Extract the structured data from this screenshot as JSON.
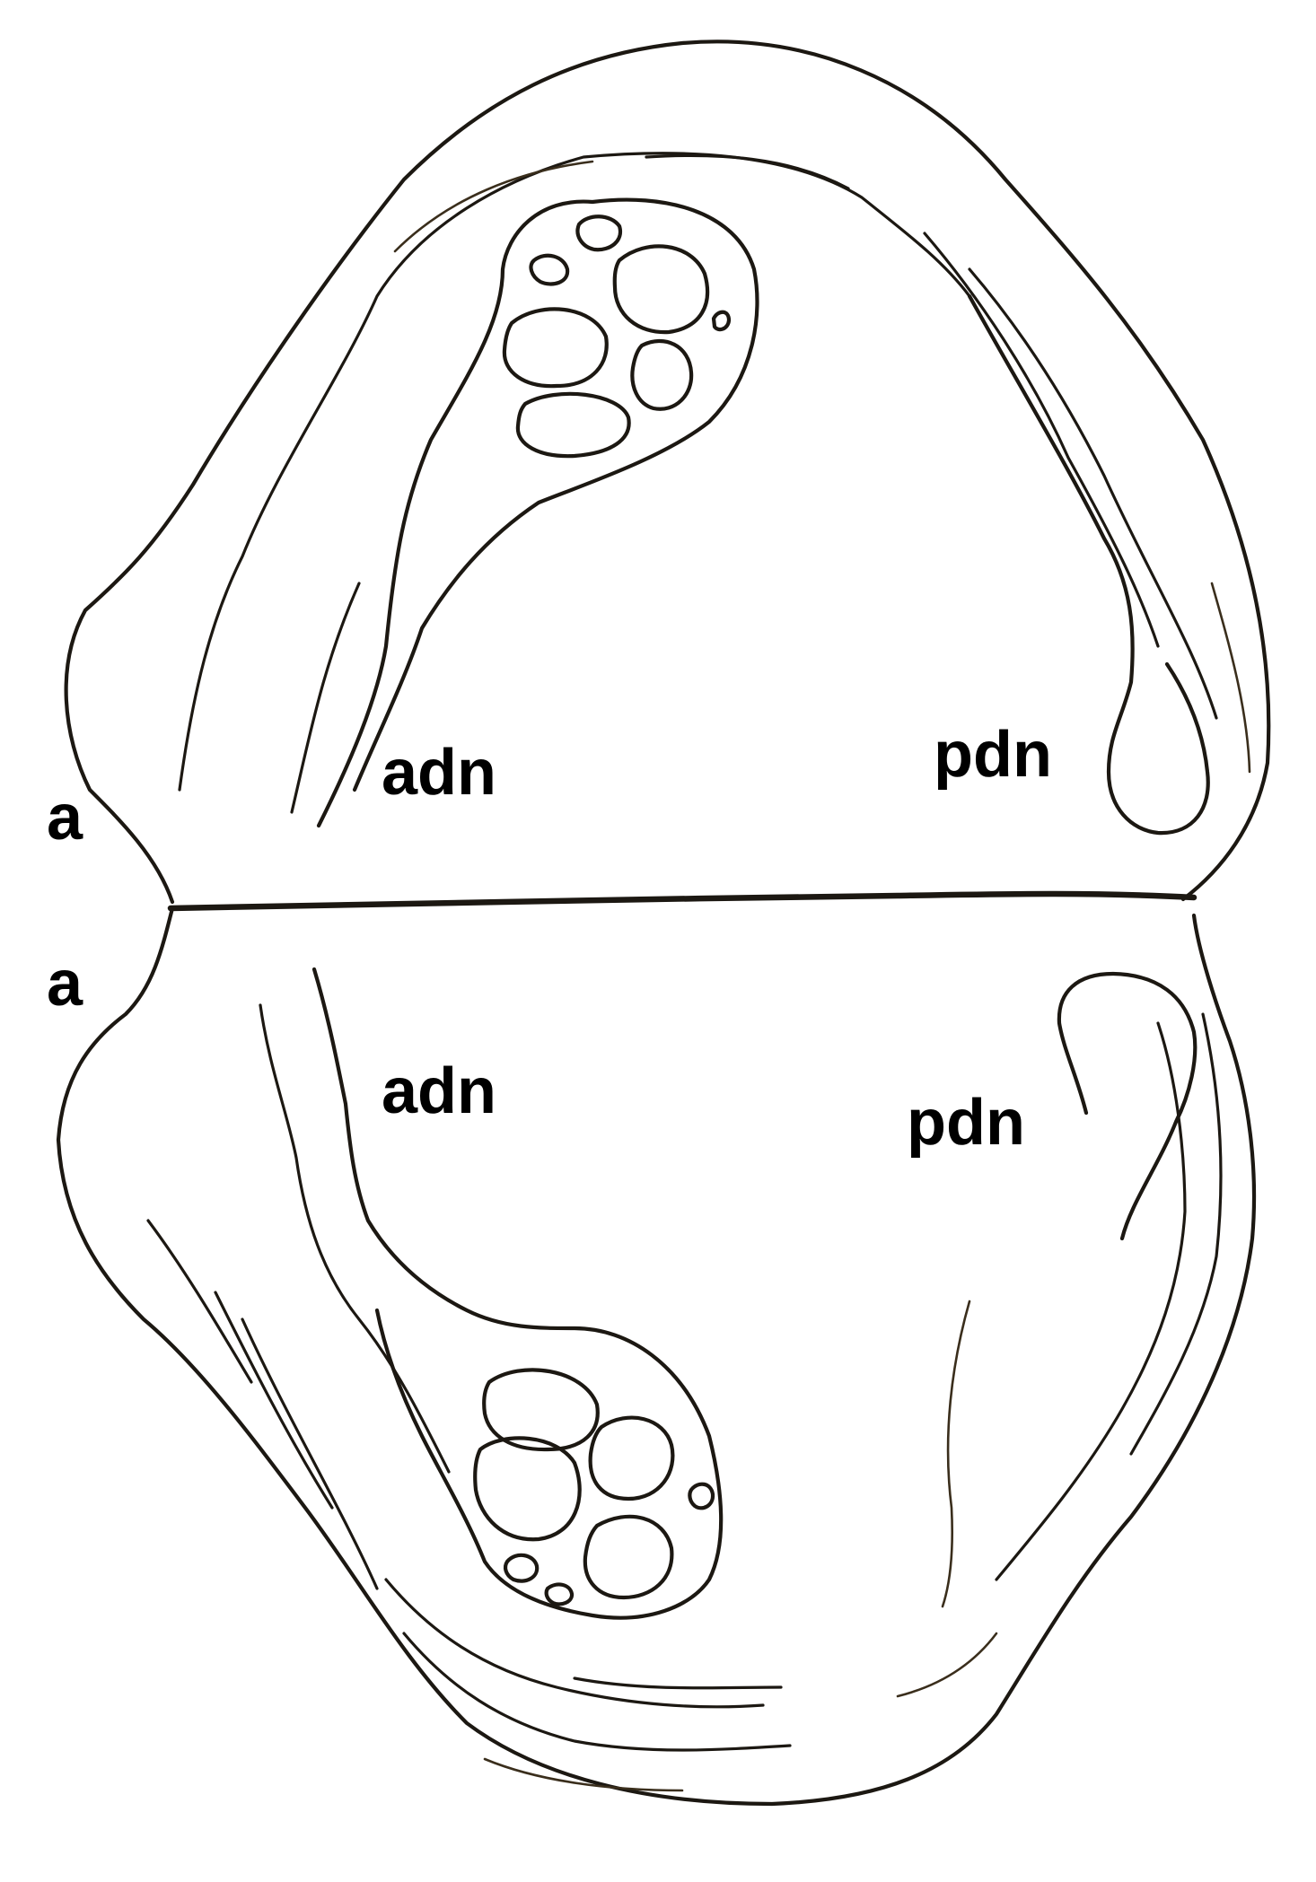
{
  "labels": {
    "top_a": "a",
    "top_adn": "adn",
    "top_pdn": "pdn",
    "bottom_a": "a",
    "bottom_adn": "adn",
    "bottom_pdn": "pdn"
  },
  "colors": {
    "ink": "#1c1812",
    "background": "#ffffff"
  }
}
